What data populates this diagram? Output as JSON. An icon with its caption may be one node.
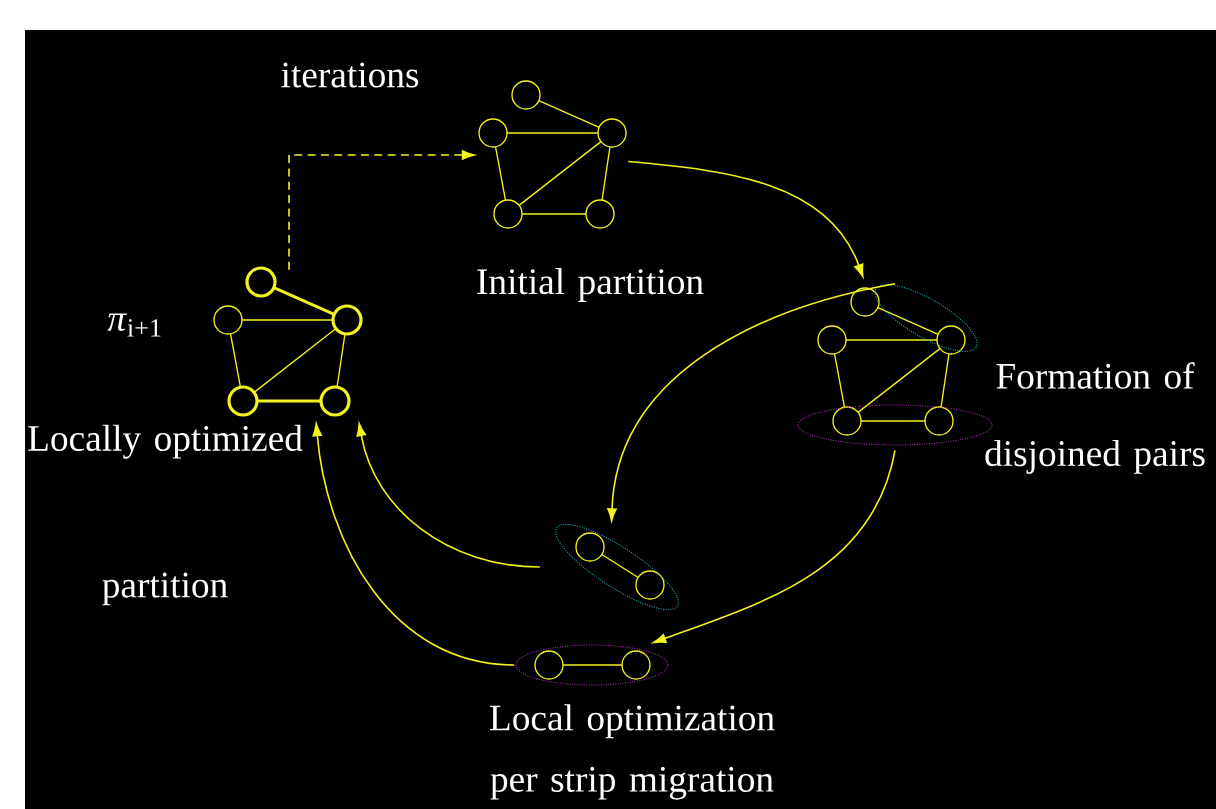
{
  "diagram": {
    "nodes": [
      {
        "text": [],
        "shape": "picture",
        "beside": [
          "Initial partition"
        ]
      },
      {
        "text": [],
        "shape": "picture",
        "beside": [
          "Formation of disjoined pairs"
        ]
      },
      {
        "text": [],
        "shape": "picture"
      },
      {
        "text": [],
        "shape": "picture",
        "beside": [
          "Local optimization per strip migration"
        ]
      },
      {
        "text": [],
        "shape": "picture",
        "beside": [
          "Locally optimized partition",
          "*π*$_{i+1}$"
        ]
      }
    ],
    "edges": [
      {
        "from": 0,
        "to": 1,
        "arrow": "to"
      },
      {
        "from": 1,
        "to": 2,
        "arrow": "to"
      },
      {
        "from": 1,
        "to": 3,
        "arrow": "to"
      },
      {
        "from": 2,
        "to": 4,
        "arrow": "to"
      },
      {
        "from": 3,
        "to": 4,
        "arrow": "to"
      },
      {
        "from": 4,
        "to": 0,
        "arrow": "to",
        "style": "dashed",
        "label": "iterations"
      }
    ]
  }
}
